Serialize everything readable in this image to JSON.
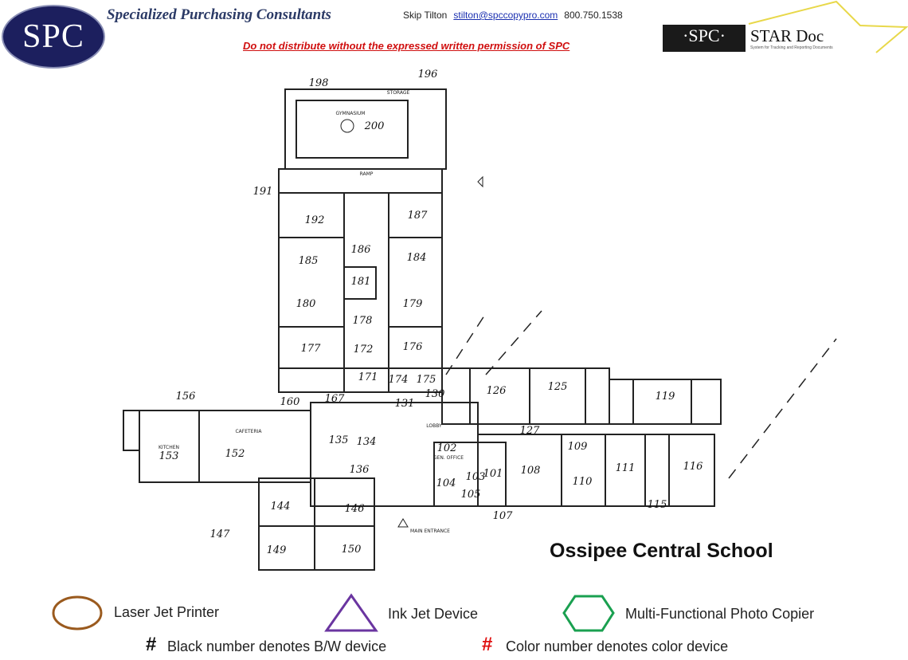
{
  "header": {
    "logo_text": "SPC",
    "company": "Specialized Purchasing Consultants",
    "contact_name": "Skip Tilton",
    "contact_email": "stilton@spccopypro.com",
    "contact_phone": "800.750.1538",
    "warning": "Do not distribute without the expressed written permission of SPC",
    "star_logo_box": "·SPC·",
    "star_logo_title": "STAR Doc",
    "star_logo_sub": "System for Tracking and Reporting Documents"
  },
  "plan": {
    "title": "Ossipee Central School",
    "areas": [
      "GYMNASIUM",
      "CAFETERIA",
      "LOBBY",
      "MAIN ENTRANCE",
      "GEN. OFFICE",
      "KITCHEN",
      "RAMP",
      "STORAGE"
    ],
    "rooms": [
      "198",
      "196",
      "200",
      "191",
      "192",
      "187",
      "186",
      "185",
      "184",
      "181",
      "180",
      "179",
      "178",
      "177",
      "172",
      "176",
      "171",
      "174",
      "175",
      "160",
      "167",
      "131",
      "130",
      "126",
      "125",
      "119",
      "156",
      "153",
      "152",
      "135",
      "134",
      "127",
      "102",
      "109",
      "136",
      "108",
      "110",
      "111",
      "116",
      "104",
      "103",
      "101",
      "105",
      "115",
      "107",
      "144",
      "146",
      "147",
      "149",
      "150"
    ]
  },
  "legend": {
    "laser": "Laser Jet Printer",
    "inkjet": "Ink Jet Device",
    "mfp": "Multi-Functional Photo Copier",
    "bw_symbol": "#",
    "bw_text": "Black number denotes B/W device",
    "color_symbol": "#",
    "color_text": "Color number denotes color device",
    "colors": {
      "laser": "#9a5a1e",
      "inkjet": "#6a35a0",
      "mfp": "#1aa050",
      "color_num": "#e01010"
    }
  }
}
